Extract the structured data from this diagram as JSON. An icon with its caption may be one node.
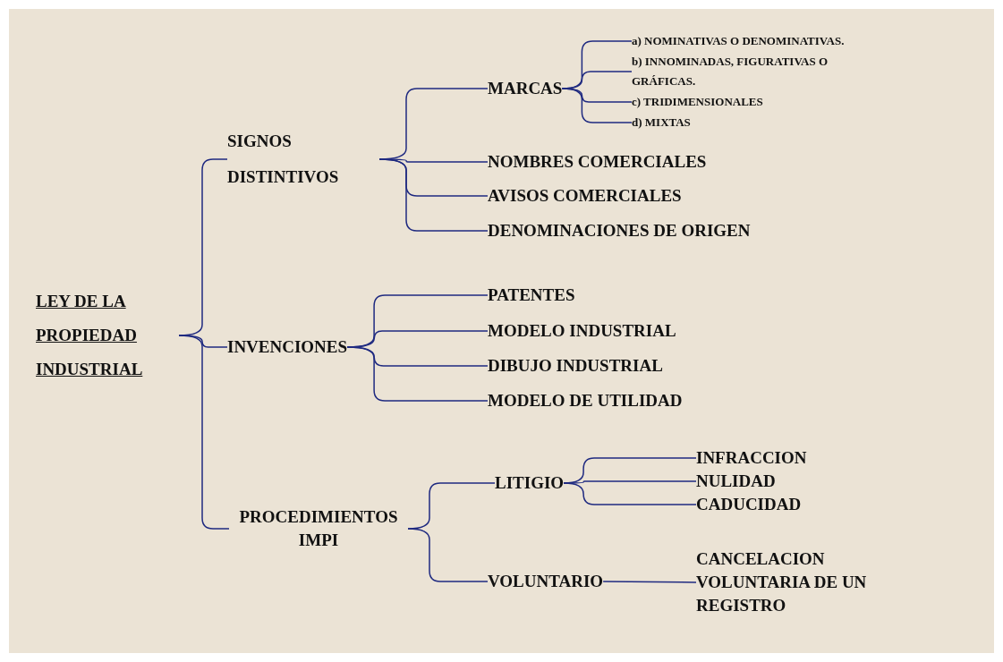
{
  "diagram": {
    "nodes": [
      {
        "text": [
          "LEY DE LA PROPIEDAD INDUSTRIAL"
        ]
      },
      {
        "text": [
          "SIGNOS DISTINTIVOS"
        ]
      },
      {
        "text": [
          "MARCAS"
        ]
      },
      {
        "text": [
          "a) NOMINATIVAS O DENOMINATIVAS."
        ]
      },
      {
        "text": [
          "b) INNOMINADAS, FIGURATIVAS O GRÁFICAS."
        ]
      },
      {
        "text": [
          "c) TRIDIMENSIONALES"
        ]
      },
      {
        "text": [
          "d) MIXTAS"
        ]
      },
      {
        "text": [
          "NOMBRES COMERCIALES"
        ]
      },
      {
        "text": [
          "AVISOS COMERCIALES"
        ]
      },
      {
        "text": [
          "DENOMINACIONES DE ORIGEN"
        ]
      },
      {
        "text": [
          "INVENCIONES"
        ]
      },
      {
        "text": [
          "PATENTES"
        ]
      },
      {
        "text": [
          "MODELO INDUSTRIAL"
        ]
      },
      {
        "text": [
          "DIBUJO INDUSTRIAL"
        ]
      },
      {
        "text": [
          "MODELO DE UTILIDAD"
        ]
      },
      {
        "text": [
          "PROCEDIMIENTOS IMPI"
        ]
      },
      {
        "text": [
          "LITIGIO"
        ]
      },
      {
        "text": [
          "INFRACCION"
        ]
      },
      {
        "text": [
          "NULIDAD"
        ]
      },
      {
        "text": [
          "CADUCIDAD"
        ]
      },
      {
        "text": [
          "VOLUNTARIO"
        ]
      },
      {
        "text": [
          "CANCELACION VOLUNTARIA DE UN REGISTRO"
        ]
      }
    ],
    "edges": [
      {
        "from": 0,
        "to": 1,
        "arrow": "none"
      },
      {
        "from": 0,
        "to": 10,
        "arrow": "none"
      },
      {
        "from": 0,
        "to": 15,
        "arrow": "none"
      },
      {
        "from": 1,
        "to": 2,
        "arrow": "none"
      },
      {
        "from": 2,
        "to": 3,
        "arrow": "none"
      },
      {
        "from": 2,
        "to": 4,
        "arrow": "none"
      },
      {
        "from": 2,
        "to": 5,
        "arrow": "none"
      },
      {
        "from": 2,
        "to": 6,
        "arrow": "none"
      },
      {
        "from": 1,
        "to": 7,
        "arrow": "none"
      },
      {
        "from": 1,
        "to": 8,
        "arrow": "none"
      },
      {
        "from": 1,
        "to": 9,
        "arrow": "none"
      },
      {
        "from": 10,
        "to": 11,
        "arrow": "none"
      },
      {
        "from": 10,
        "to": 12,
        "arrow": "none"
      },
      {
        "from": 10,
        "to": 13,
        "arrow": "none"
      },
      {
        "from": 10,
        "to": 14,
        "arrow": "none"
      },
      {
        "from": 15,
        "to": 16,
        "arrow": "none"
      },
      {
        "from": 16,
        "to": 17,
        "arrow": "none"
      },
      {
        "from": 16,
        "to": 18,
        "arrow": "none"
      },
      {
        "from": 16,
        "to": 19,
        "arrow": "none"
      },
      {
        "from": 15,
        "to": 20,
        "arrow": "none"
      },
      {
        "from": 20,
        "to": 21,
        "arrow": "none"
      }
    ]
  }
}
